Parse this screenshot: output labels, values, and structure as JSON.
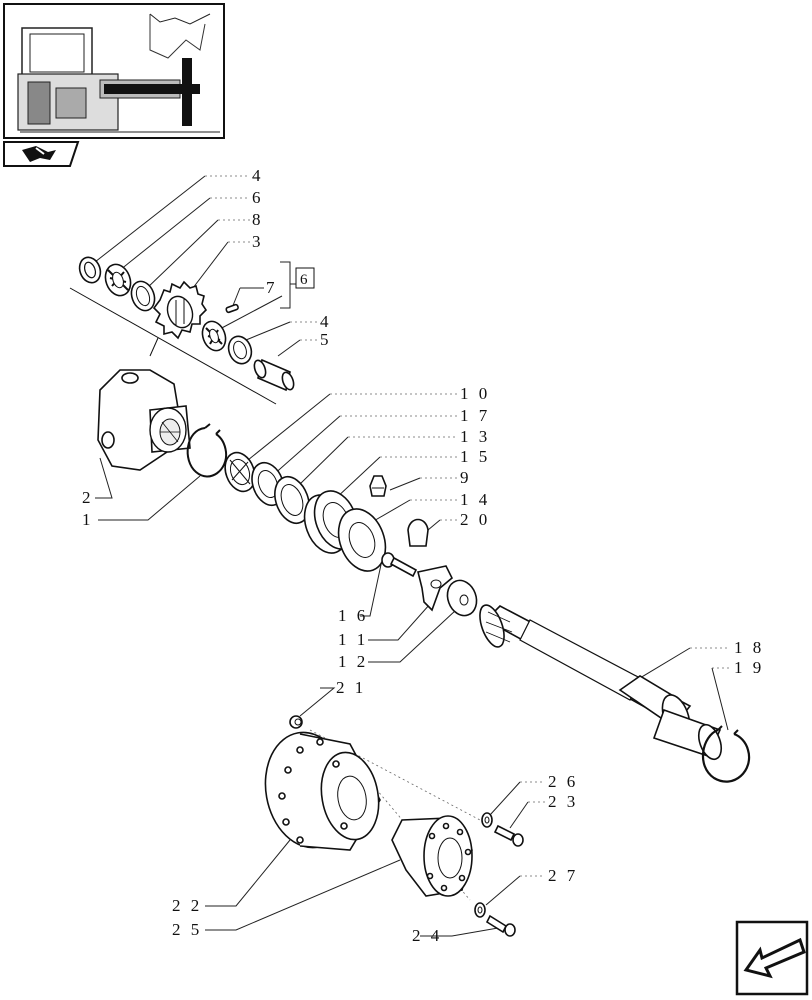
{
  "diagram": {
    "thumbnail_name": "tractor-overview-thumbnail",
    "nav_icons": [
      "previous-page-icon",
      "next-page-icon"
    ],
    "group_label": "6",
    "callouts": [
      {
        "id": "c4a",
        "text": "4"
      },
      {
        "id": "c6",
        "text": "6"
      },
      {
        "id": "c8",
        "text": "8"
      },
      {
        "id": "c3",
        "text": "3"
      },
      {
        "id": "c7",
        "text": "7"
      },
      {
        "id": "c4b",
        "text": "4"
      },
      {
        "id": "c5",
        "text": "5"
      },
      {
        "id": "c10",
        "text": "1 0"
      },
      {
        "id": "c17",
        "text": "1 7"
      },
      {
        "id": "c13",
        "text": "1 3"
      },
      {
        "id": "c15",
        "text": "1 5"
      },
      {
        "id": "c9",
        "text": "9"
      },
      {
        "id": "c14",
        "text": "1 4"
      },
      {
        "id": "c20",
        "text": "2 0"
      },
      {
        "id": "c2",
        "text": "2"
      },
      {
        "id": "c1",
        "text": "1"
      },
      {
        "id": "c16",
        "text": "1 6"
      },
      {
        "id": "c11",
        "text": "1 1"
      },
      {
        "id": "c12",
        "text": "1 2"
      },
      {
        "id": "c18",
        "text": "1 8"
      },
      {
        "id": "c19",
        "text": "1 9"
      },
      {
        "id": "c21",
        "text": "2 1"
      },
      {
        "id": "c26",
        "text": "2 6"
      },
      {
        "id": "c23",
        "text": "2 3"
      },
      {
        "id": "c27",
        "text": "2 7"
      },
      {
        "id": "c22",
        "text": "2 2"
      },
      {
        "id": "c25",
        "text": "2 5"
      },
      {
        "id": "c24",
        "text": "2 4"
      }
    ]
  }
}
